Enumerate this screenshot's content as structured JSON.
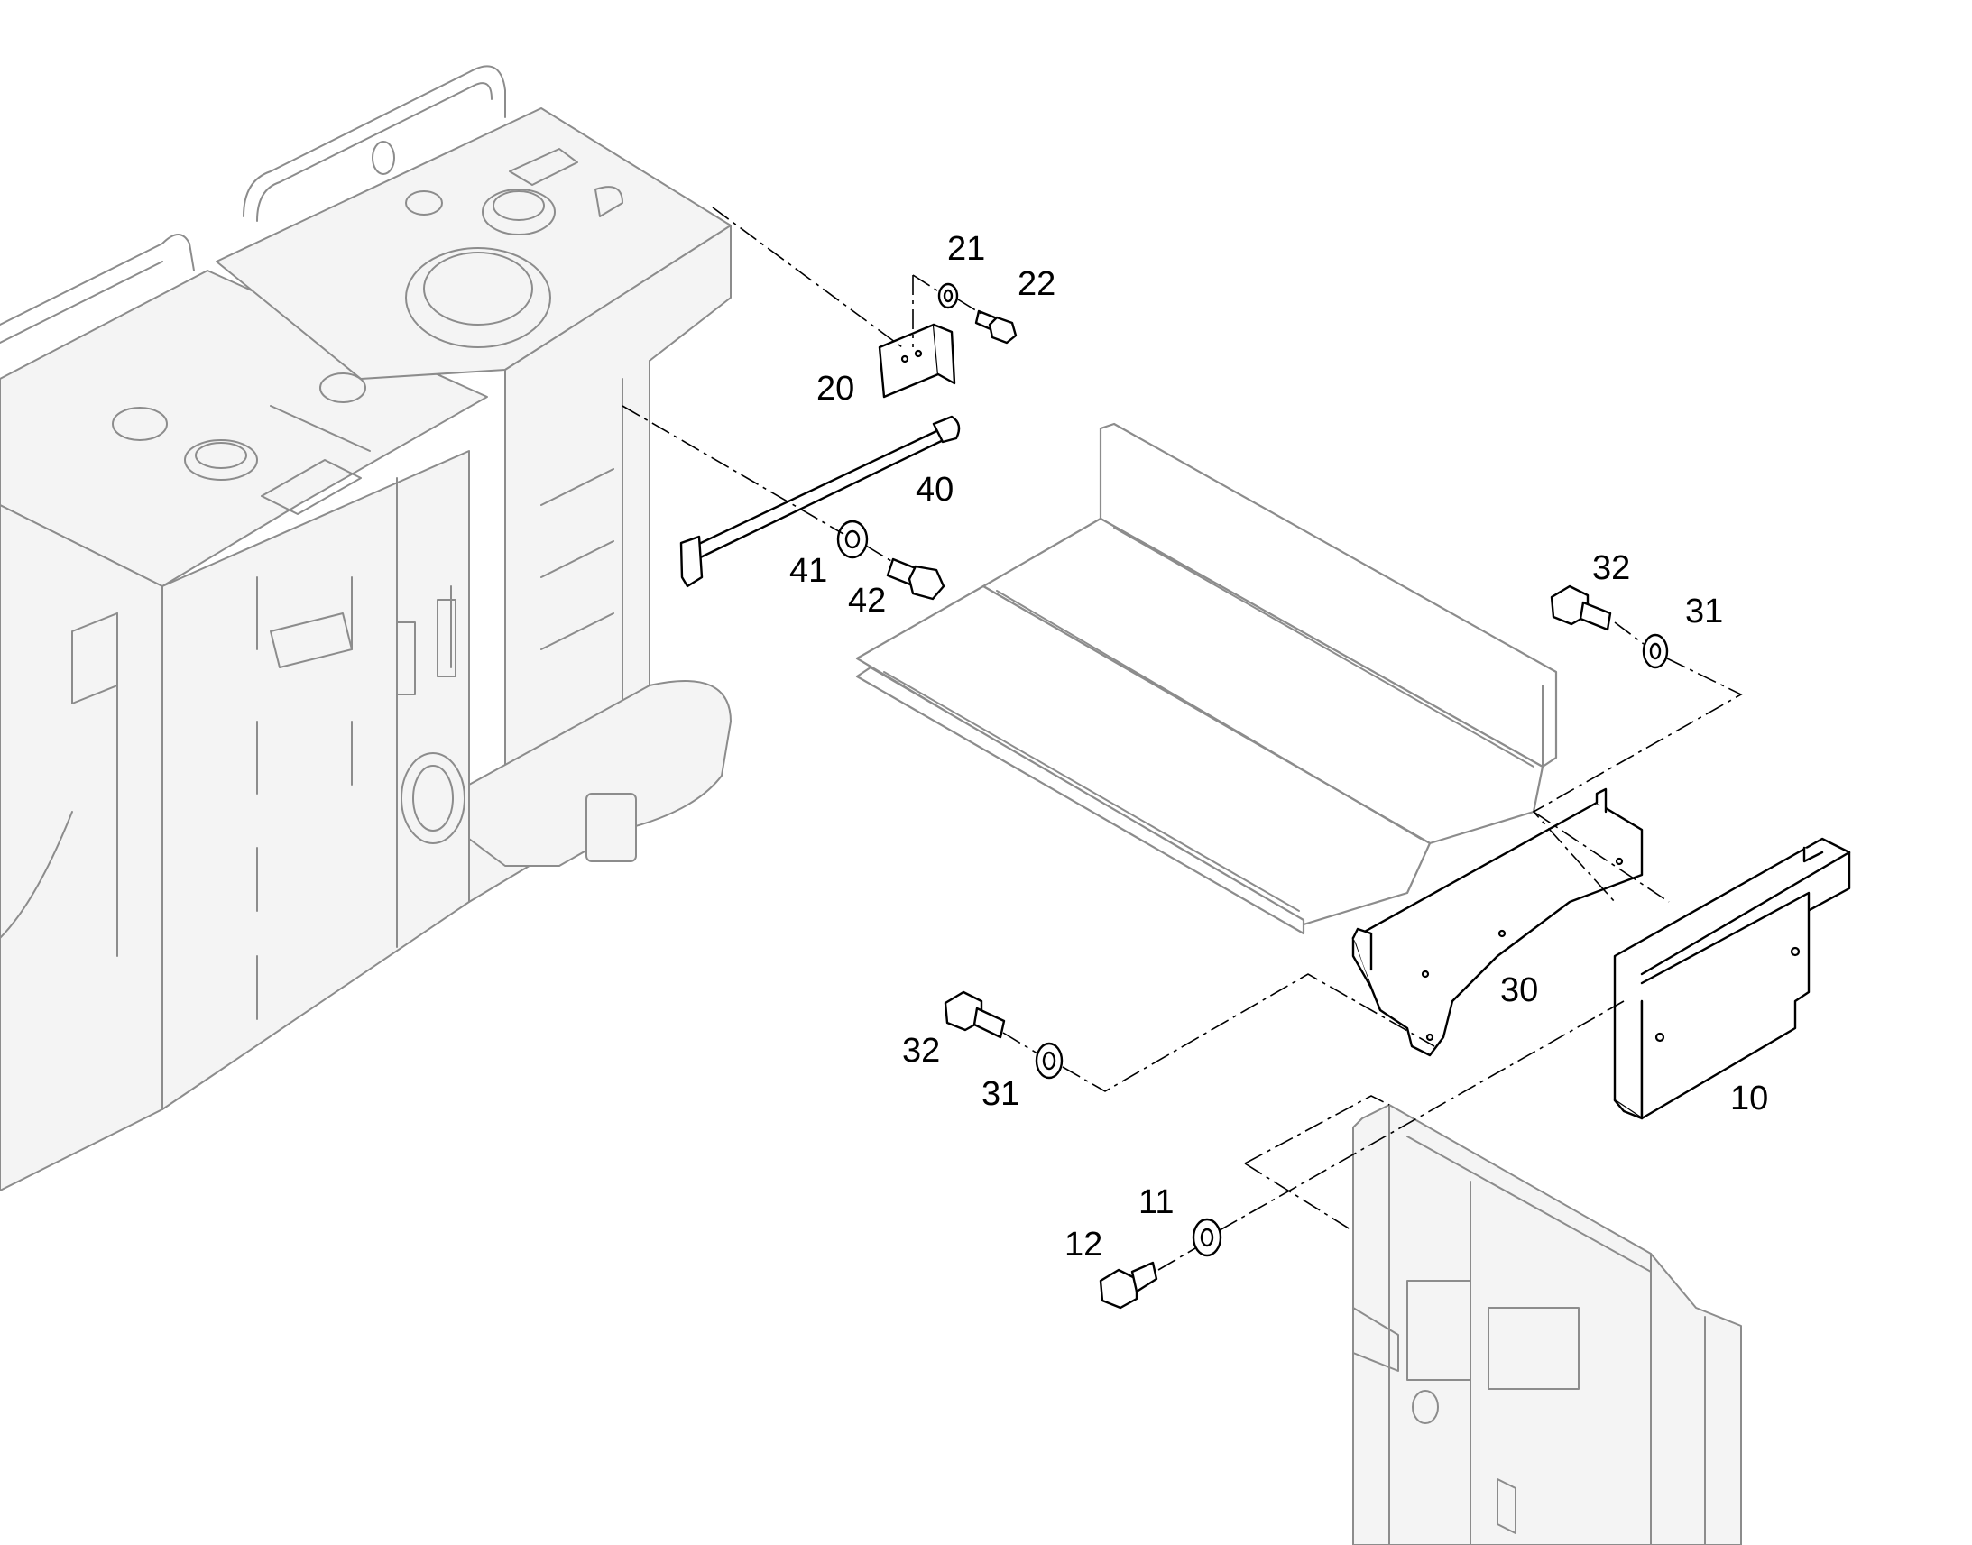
{
  "callouts": {
    "c10": "10",
    "c11": "11",
    "c12": "12",
    "c20": "20",
    "c21": "21",
    "c22": "22",
    "c30": "30",
    "c31a": "31",
    "c31b": "31",
    "c32a": "32",
    "c32b": "32",
    "c40": "40",
    "c41": "41",
    "c42": "42"
  },
  "colors": {
    "part_stroke": "#000000",
    "context_stroke": "#8c8c8c",
    "background": "#ffffff"
  }
}
